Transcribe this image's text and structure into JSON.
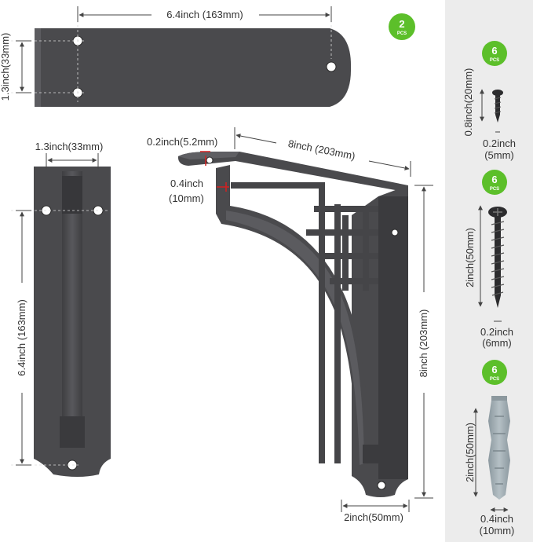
{
  "colors": {
    "metal": "#4a4a4d",
    "badge_green": "#5cbf2a",
    "panel_gray": "#ececec",
    "anchor_gray": "#9aa7ad"
  },
  "top_view": {
    "width_label": "6.4inch (163mm)",
    "height_label": "1.3inch(33mm)"
  },
  "quantity_badge_brackets": {
    "number": "2",
    "unit": "PCS"
  },
  "side_view": {
    "width_label": "1.3inch(33mm)",
    "height_label": "6.4inch (163mm)"
  },
  "bracket_3d": {
    "thickness_label": "0.2inch(5.2mm)",
    "length_label": "8inch (203mm)",
    "flange_label_line1": "0.4inch",
    "flange_label_line2": "(10mm)",
    "height_label": "8inch (203mm)",
    "base_label": "2inch(50mm)"
  },
  "accessories": [
    {
      "name": "small-screw",
      "badge_number": "6",
      "badge_unit": "PCS",
      "length_label": "0.8inch(20mm)",
      "diameter_line1": "0.2inch",
      "diameter_line2": "(5mm)"
    },
    {
      "name": "long-screw",
      "badge_number": "6",
      "badge_unit": "PCS",
      "length_label": "2inch(50mm)",
      "diameter_line1": "0.2inch",
      "diameter_line2": "(6mm)"
    },
    {
      "name": "wall-anchor",
      "badge_number": "6",
      "badge_unit": "PCS",
      "length_label": "2inch(50mm)",
      "diameter_line1": "0.4inch",
      "diameter_line2": "(10mm)"
    }
  ]
}
